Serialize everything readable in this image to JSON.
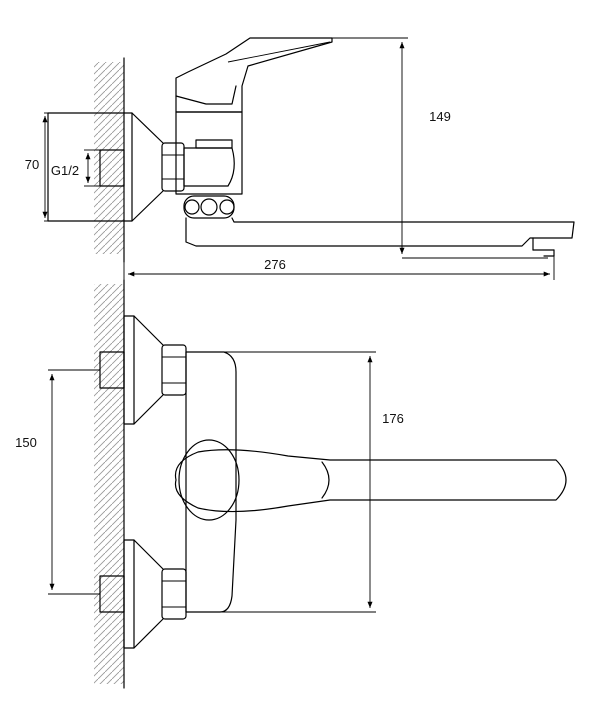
{
  "diagram": {
    "side_view": {
      "height_label": "149",
      "mount_height_label": "70",
      "thread_label": "G1/2",
      "spout_length_label": "276"
    },
    "front_view": {
      "connection_spacing_label": "150",
      "body_height_label": "176"
    }
  },
  "colors": {
    "line": "#000000",
    "hatch": "#9a9a9a",
    "background": "#ffffff"
  }
}
